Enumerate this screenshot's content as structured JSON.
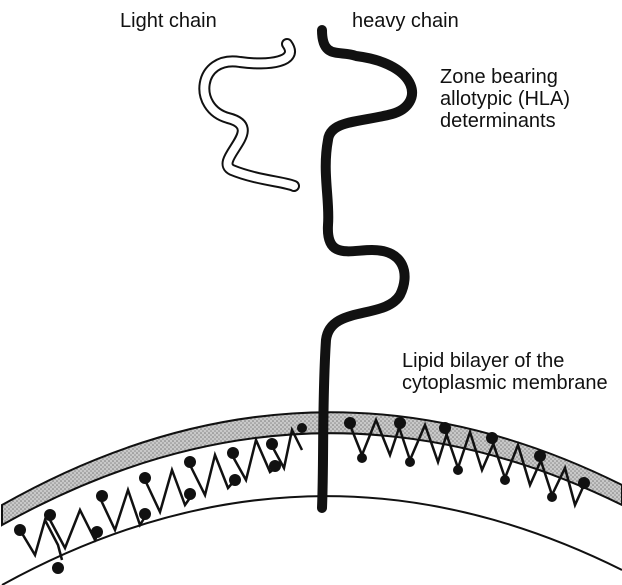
{
  "labels": {
    "light_chain": "Light chain",
    "heavy_chain": "heavy chain",
    "zone": "Zone bearing\nallotypic (HLA)\ndeterminants",
    "lipid": "Lipid bilayer of the\ncytoplasmic membrane"
  },
  "colors": {
    "ink": "#111111",
    "membrane_fill": "#b8b8b8",
    "background": "#ffffff"
  }
}
